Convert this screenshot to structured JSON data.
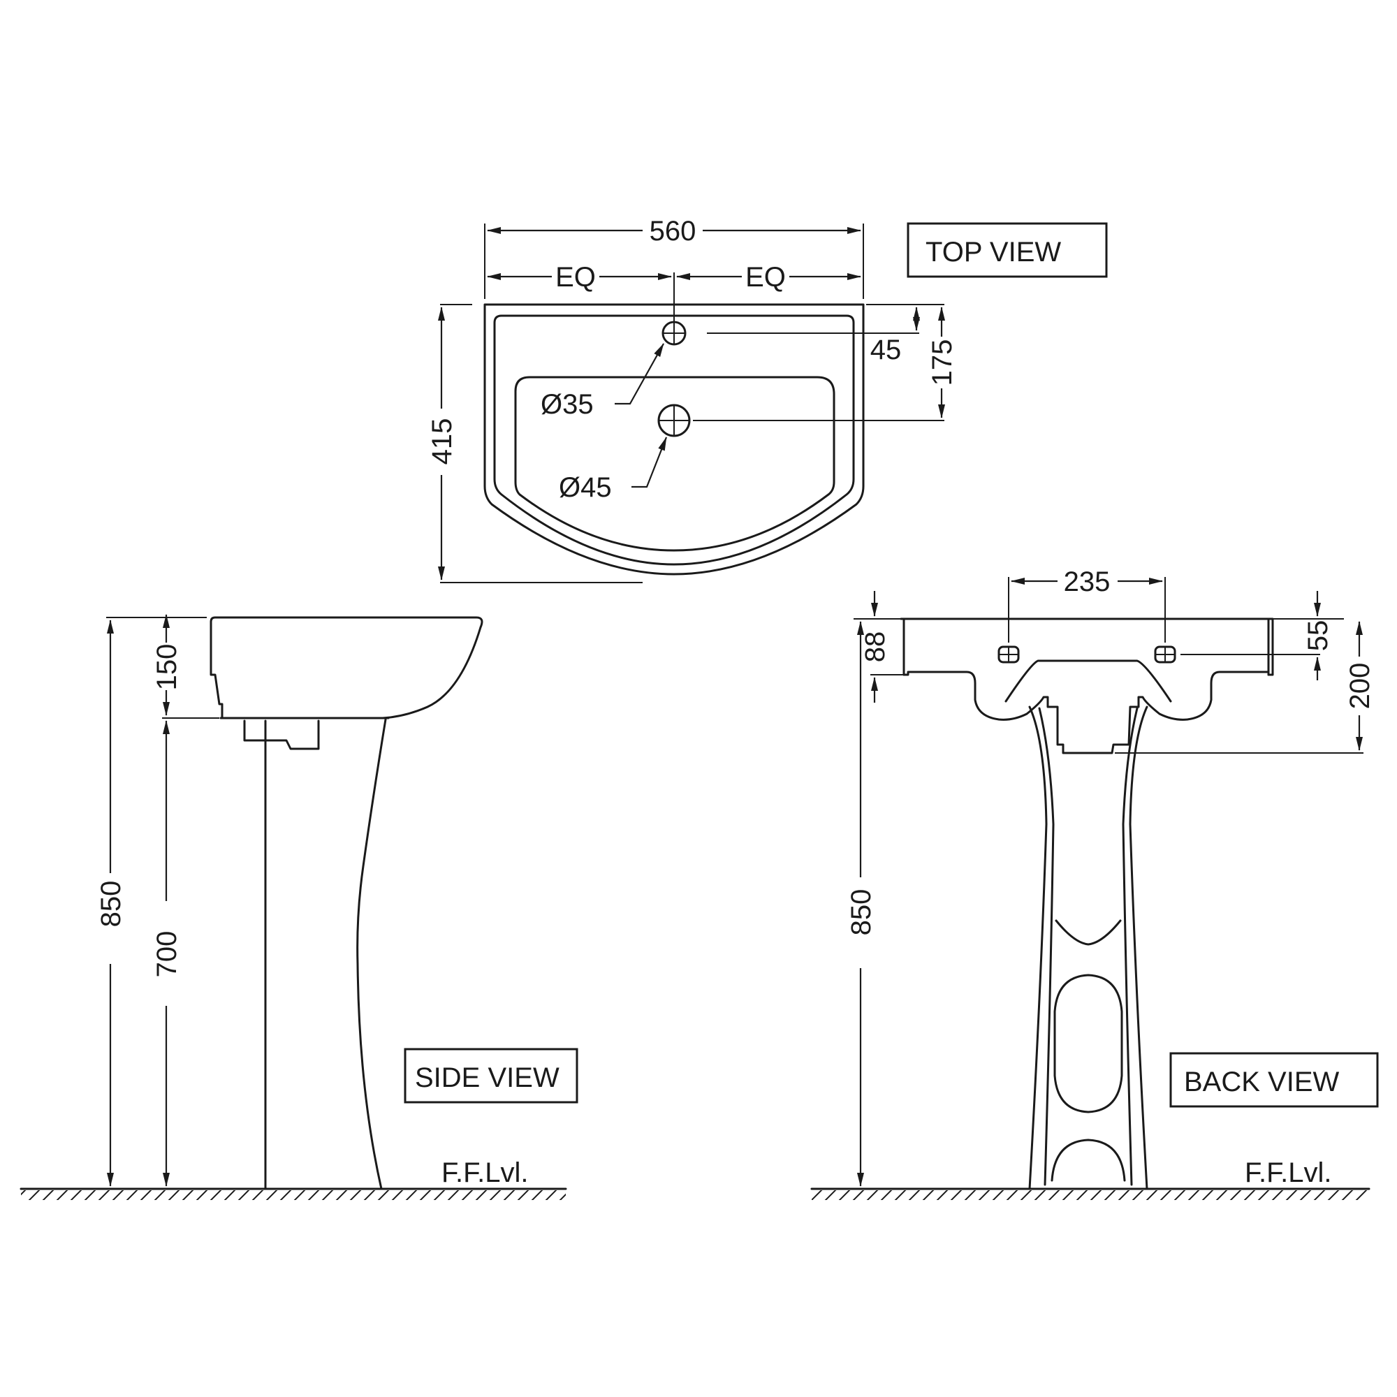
{
  "views": {
    "top": "TOP VIEW",
    "side": "SIDE VIEW",
    "back": "BACK VIEW"
  },
  "top_dims": {
    "overall_width": "560",
    "eq_left": "EQ",
    "eq_right": "EQ",
    "depth": "415",
    "tap_hole_offset": "45",
    "waste_offset": "175",
    "tap_hole_dia": "Ø35",
    "waste_dia": "Ø45"
  },
  "side_dims": {
    "overall_height": "850",
    "basin_height": "150",
    "pedestal_height": "700",
    "floor_label": "F.F.Lvl."
  },
  "back_dims": {
    "fixing_spacing": "235",
    "overall_height": "850",
    "fixing_from_top_left": "88",
    "fixing_from_top_right": "55",
    "outlet_depth": "200",
    "floor_label": "F.F.Lvl."
  }
}
